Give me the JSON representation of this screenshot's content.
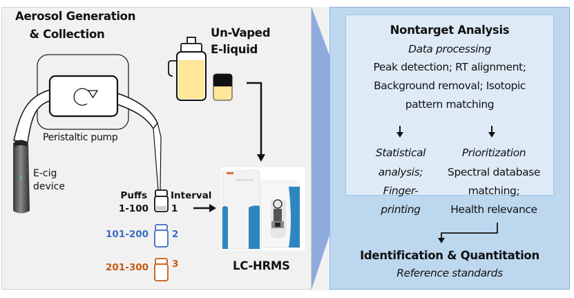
{
  "left_panel": {
    "title_line1": "Aerosol Generation",
    "title_line2": "& Collection",
    "pump_label": "Peristaltic pump",
    "ecig_line1": "E-cig",
    "ecig_line2": "device",
    "puffs_header": "Puffs",
    "interval_header": "Interval",
    "samples": [
      {
        "puffs": "1-100",
        "interval": "1",
        "color": "#111111"
      },
      {
        "puffs": "101-200",
        "interval": "2",
        "color": "#3a6bc4"
      },
      {
        "puffs": "201-300",
        "interval": "3",
        "color": "#c55a11"
      }
    ],
    "eliquid_line1": "Un-Vaped",
    "eliquid_line2": "E-liquid",
    "instrument_label": "LC-HRMS",
    "colors": {
      "eliquid_fill": "#ffe699",
      "panel_bg": "#f1f1f1",
      "instrument_blue": "#2e86c1"
    }
  },
  "right_panel": {
    "title": "Nontarget Analysis",
    "processing_heading": "Data processing",
    "processing_lines": [
      "Peak detection; RT alignment;",
      "Background removal; Isotopic",
      "pattern matching"
    ],
    "stat_lines": [
      "Statistical",
      "analysis;",
      "Finger-",
      "printing"
    ],
    "prior_heading": "Prioritization",
    "prior_lines": [
      "Spectral database",
      "matching;",
      "Health relevance"
    ],
    "id_title": "Identification & Quantitation",
    "id_subtitle": "Reference standards",
    "colors": {
      "outer_bg": "#bdd7ee",
      "inner_bg": "#deebf7",
      "connector": "#8faadc"
    }
  }
}
